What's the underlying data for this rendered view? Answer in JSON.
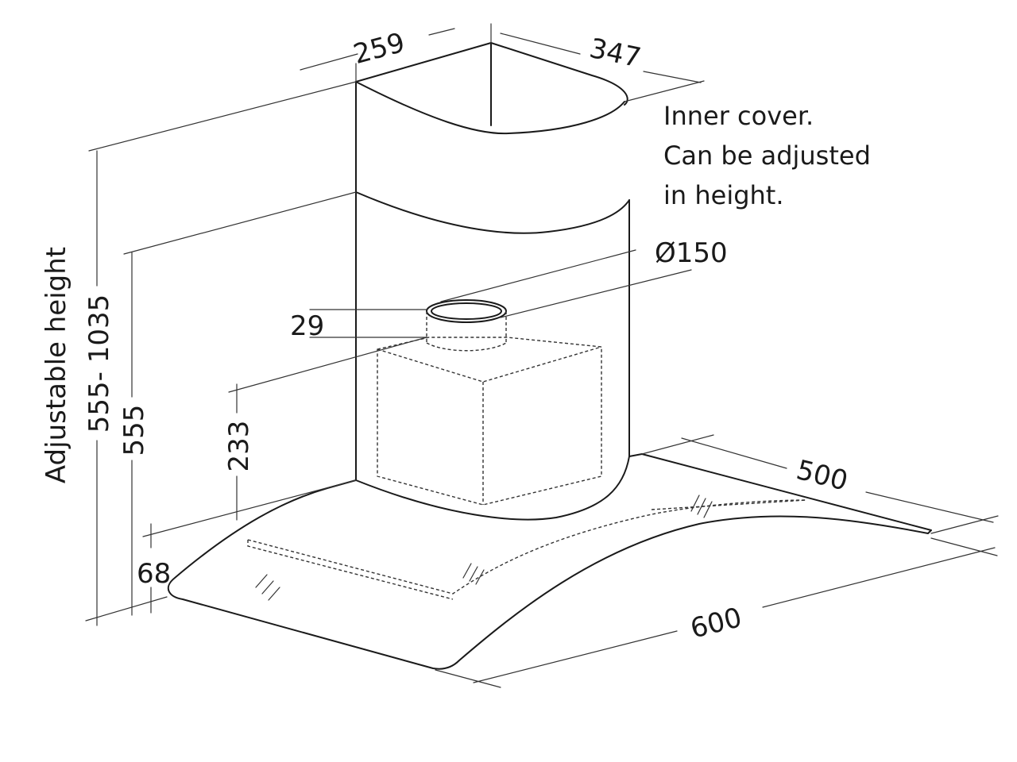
{
  "colors": {
    "line": "#1a1a1a",
    "background": "#ffffff"
  },
  "note": {
    "line1": "Inner cover.",
    "line2": "Can be adjusted",
    "line3": "in height."
  },
  "dimensions": {
    "chimney_width": "259",
    "chimney_depth": "347",
    "duct_diameter": "Ø150",
    "collar_height": "29",
    "motor_height": "233",
    "canopy_height": "68",
    "min_height": "555",
    "height_range": "555- 1035",
    "height_label": "Adjustable height",
    "hood_depth": "500",
    "hood_width": "600"
  }
}
